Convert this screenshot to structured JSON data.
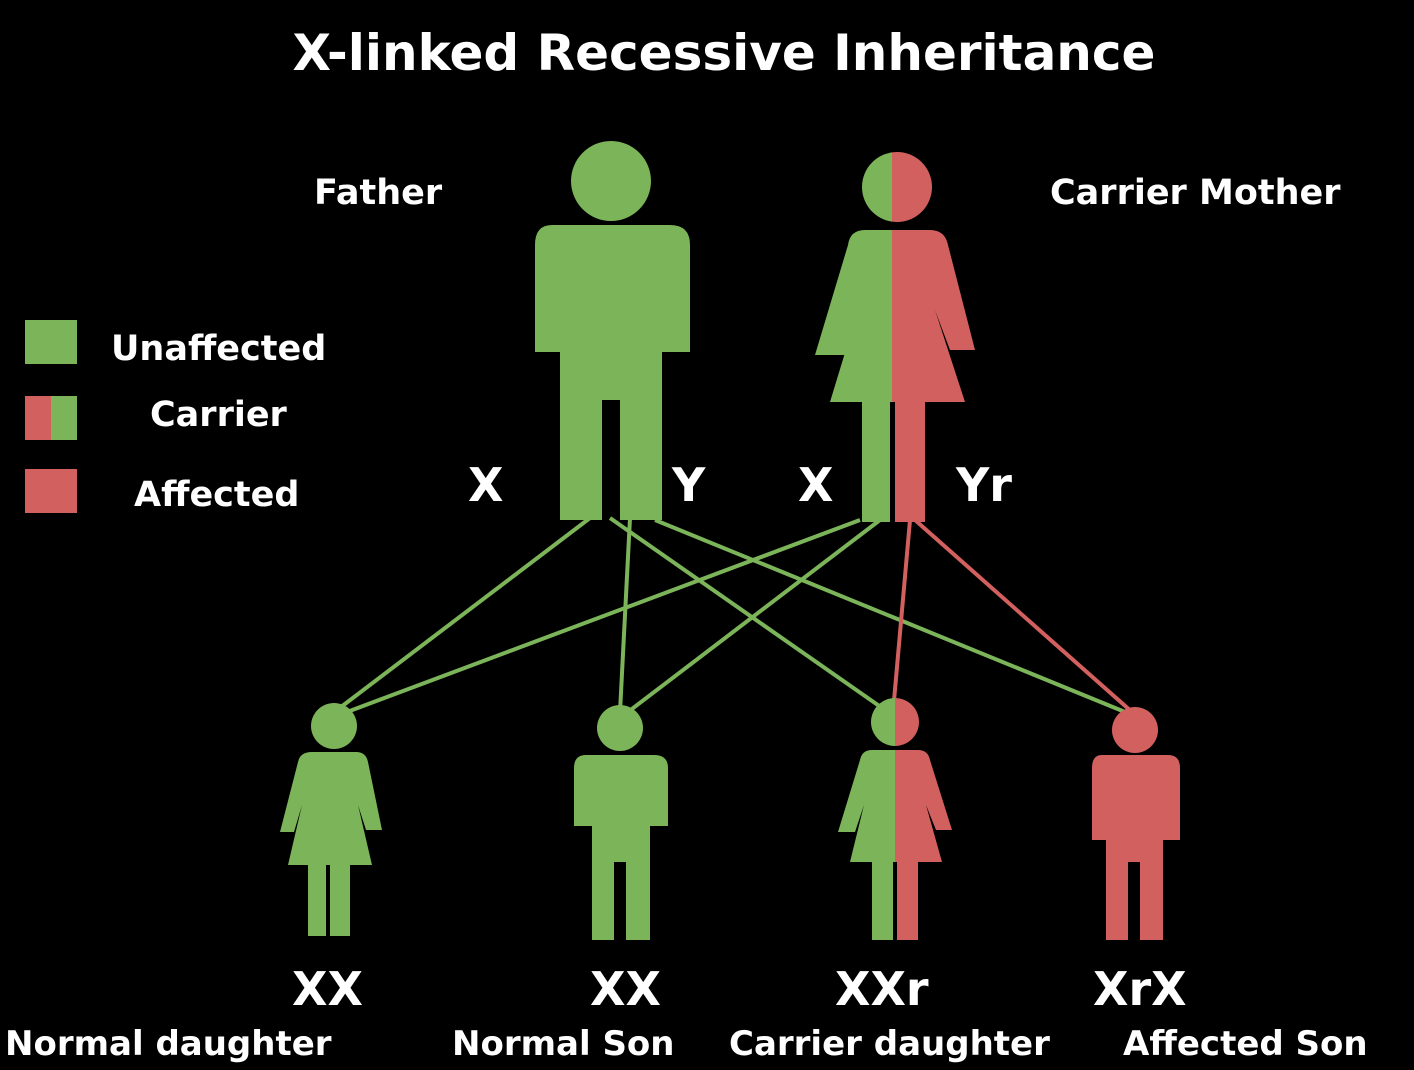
{
  "title": "X-linked Recessive Inheritance",
  "colors": {
    "unaffected": "#7CB45A",
    "affected": "#D2605F",
    "background": "#000000",
    "text": "#FFFFFF"
  },
  "parents": {
    "father": {
      "label": "Father",
      "status": "unaffected",
      "alleles": [
        "X",
        "Y"
      ]
    },
    "mother": {
      "label": "Carrier Mother",
      "status": "carrier",
      "alleles": [
        "X",
        "Yr"
      ]
    }
  },
  "legend": [
    {
      "status": "unaffected",
      "label": "Unaffected"
    },
    {
      "status": "carrier",
      "label": "Carrier"
    },
    {
      "status": "affected",
      "label": "Affected"
    }
  ],
  "children": [
    {
      "genotype": "XX",
      "label": "Normal daughter",
      "status": "unaffected"
    },
    {
      "genotype": "XX",
      "label": "Normal Son",
      "status": "unaffected"
    },
    {
      "genotype": "XXr",
      "label": "Carrier daughter",
      "status": "carrier"
    },
    {
      "genotype": "XrX",
      "label": "Affected Son",
      "status": "affected"
    }
  ]
}
